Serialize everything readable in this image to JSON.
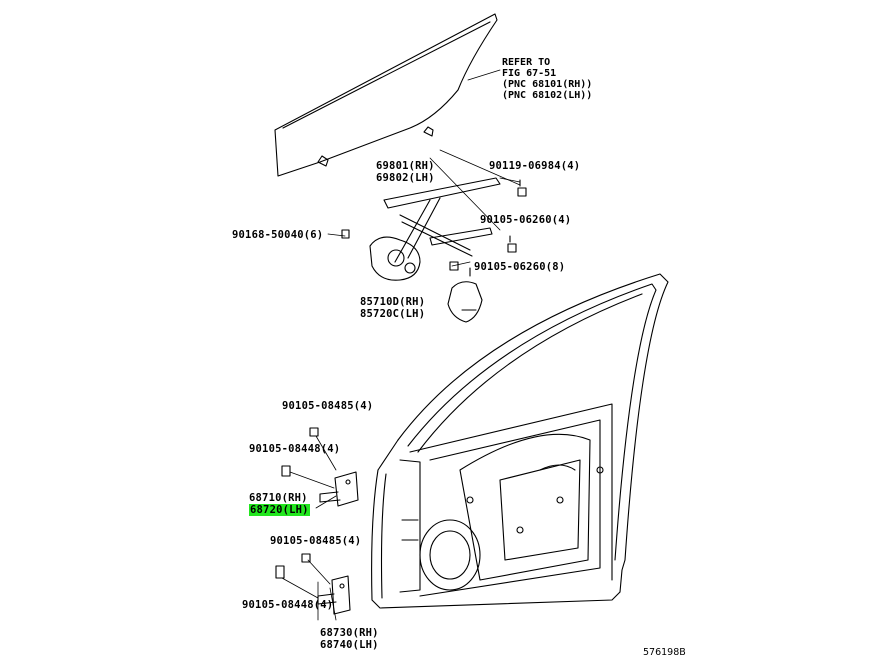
{
  "refer_note": {
    "line1": "REFER TO",
    "line2": "FIG 67-51",
    "line3": "(PNC 68101(RH))",
    "line4": "(PNC 68102(LH))"
  },
  "parts": {
    "regulator_rh": "69801(RH)",
    "regulator_lh": "69802(LH)",
    "bolt_69801": "90119-06984(4)",
    "bolt_upper_6260": "90105-06260(4)",
    "bolt_lower_6260": "90105-06260(8)",
    "bolt_50040": "90168-50040(6)",
    "motor_rh": "85710D(RH)",
    "motor_lh": "85720C(LH)",
    "bolt_upper_8485": "90105-08485(4)",
    "bolt_upper_8448": "90105-08448(4)",
    "hinge_upper_rh": "68710(RH)",
    "hinge_upper_lh": "68720(LH)",
    "bolt_lower_8485": "90105-08485(4)",
    "bolt_lower_8448": "90105-08448(4)",
    "hinge_lower_rh": "68730(RH)",
    "hinge_lower_lh": "68740(LH)"
  },
  "highlight": {
    "part": "68720(LH)",
    "color": "#22e61e"
  },
  "figure_id": "576198B"
}
